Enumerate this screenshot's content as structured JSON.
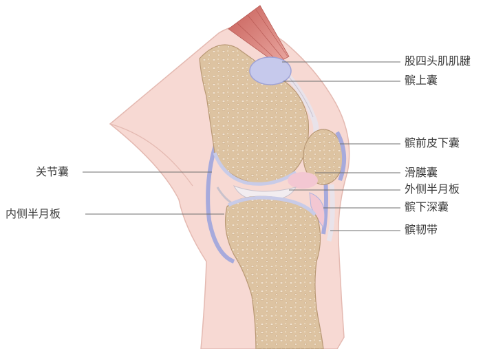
{
  "labels": {
    "quad_tendon": "股四头肌肌腱",
    "suprapatellar_bursa": "髌上囊",
    "prepatellar_bursa": "髌前皮下囊",
    "synovial_bursa": "滑膜囊",
    "lateral_meniscus": "外侧半月板",
    "deep_infrapatellar_bursa": "髌下深囊",
    "patellar_ligament": "髌韧带",
    "joint_capsule": "关节囊",
    "medial_meniscus": "内侧半月板"
  },
  "colors": {
    "skin": "#f7d9d3",
    "bone": "#ddc3a1",
    "bone_spots": "#f3e7d7",
    "cartilage": "#c8cbe8",
    "capsule": "#b9bde3",
    "muscle": "#d98a84",
    "leader_line": "#6e6e6e"
  }
}
